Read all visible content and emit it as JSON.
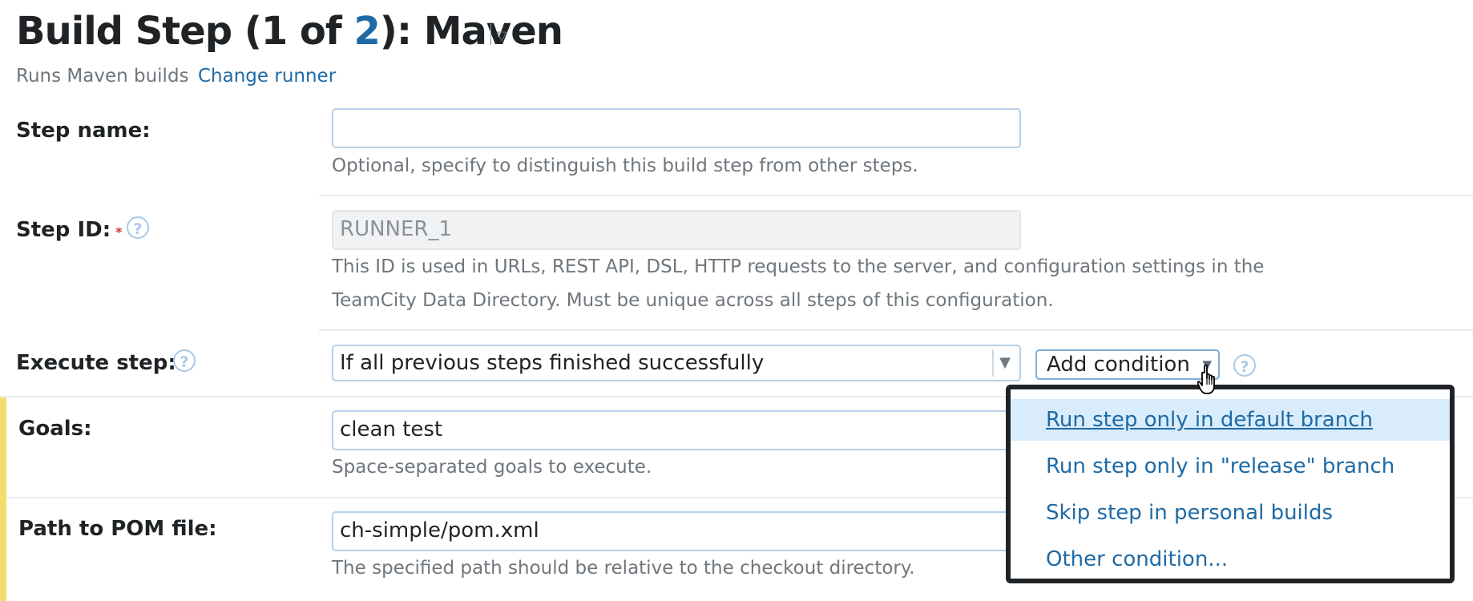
{
  "header": {
    "title_prefix": "Build Step (1 of ",
    "title_link": "2",
    "title_suffix": "): Maven",
    "subtitle": "Runs Maven builds",
    "change_runner": "Change runner"
  },
  "step_name": {
    "label": "Step name:",
    "value": "",
    "hint": "Optional, specify to distinguish this build step from other steps."
  },
  "step_id": {
    "label": "Step ID:",
    "required_mark": "*",
    "value": "RUNNER_1",
    "hint_line1": "This ID is used in URLs, REST API, DSL, HTTP requests to the server, and configuration settings in the",
    "hint_line2": "TeamCity Data Directory. Must be unique across all steps of this configuration."
  },
  "execute_step": {
    "label": "Execute step:",
    "selected": "If all previous steps finished successfully",
    "add_condition": "Add condition"
  },
  "goals": {
    "label": "Goals:",
    "value": "clean test",
    "hint": "Space-separated goals to execute."
  },
  "pom": {
    "label": "Path to POM file:",
    "value": "ch-simple/pom.xml",
    "hint": "The specified path should be relative to the checkout directory."
  },
  "condition_menu": {
    "items": [
      "Run step only in default branch",
      "Run step only in \"release\" branch",
      "Skip step in personal builds",
      "Other condition..."
    ]
  },
  "icons": {
    "help": "help-circle-icon",
    "caret": "triangle-down-icon",
    "cursor": "hand-pointer-icon"
  },
  "colors": {
    "link": "#1f6aa5",
    "highlight_bar": "#f5dd6b",
    "menu_active_bg": "#d9ecfb",
    "required": "#d02f2f"
  }
}
